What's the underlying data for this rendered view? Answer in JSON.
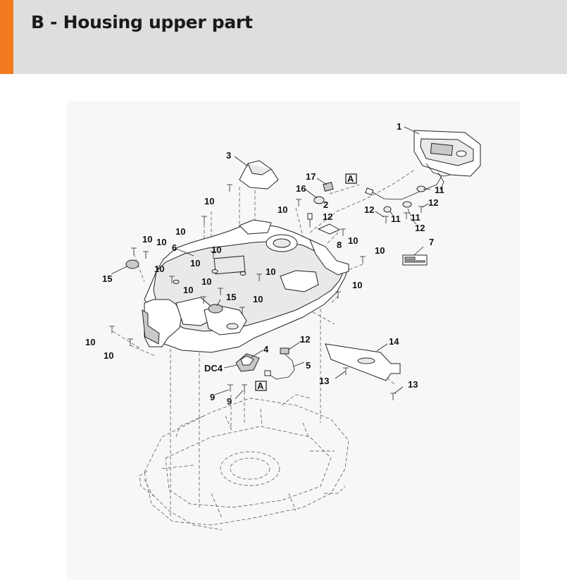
{
  "header": {
    "title": "B - Housing upper part",
    "accent_color": "#f37a1f",
    "background_color": "#dedede"
  },
  "diagram": {
    "callouts": [
      {
        "id": "c1",
        "text": "1"
      },
      {
        "id": "c3",
        "text": "3"
      },
      {
        "id": "c17",
        "text": "17"
      },
      {
        "id": "c16",
        "text": "16"
      },
      {
        "id": "c2",
        "text": "2"
      },
      {
        "id": "c12a",
        "text": "12"
      },
      {
        "id": "c8",
        "text": "8"
      },
      {
        "id": "c11a",
        "text": "11"
      },
      {
        "id": "c12b",
        "text": "12"
      },
      {
        "id": "c11b",
        "text": "11"
      },
      {
        "id": "c11c",
        "text": "11"
      },
      {
        "id": "c12c",
        "text": "12"
      },
      {
        "id": "c12d",
        "text": "12"
      },
      {
        "id": "c7",
        "text": "7"
      },
      {
        "id": "c10a",
        "text": "10"
      },
      {
        "id": "c10b",
        "text": "10"
      },
      {
        "id": "c10c",
        "text": "10"
      },
      {
        "id": "c10d",
        "text": "10"
      },
      {
        "id": "c10e",
        "text": "10"
      },
      {
        "id": "c10f",
        "text": "10"
      },
      {
        "id": "c10g",
        "text": "10"
      },
      {
        "id": "c10h",
        "text": "10"
      },
      {
        "id": "c10i",
        "text": "10"
      },
      {
        "id": "c10j",
        "text": "10"
      },
      {
        "id": "c10k",
        "text": "10"
      },
      {
        "id": "c10l",
        "text": "10"
      },
      {
        "id": "c10m",
        "text": "10"
      },
      {
        "id": "c10n",
        "text": "10"
      },
      {
        "id": "c10o",
        "text": "10"
      },
      {
        "id": "c10p",
        "text": "10"
      },
      {
        "id": "c10q",
        "text": "10"
      },
      {
        "id": "c6",
        "text": "6"
      },
      {
        "id": "c15a",
        "text": "15"
      },
      {
        "id": "c15b",
        "text": "15"
      },
      {
        "id": "c4",
        "text": "4"
      },
      {
        "id": "c12e",
        "text": "12"
      },
      {
        "id": "c5",
        "text": "5"
      },
      {
        "id": "cDC4",
        "text": "DC4"
      },
      {
        "id": "c14",
        "text": "14"
      },
      {
        "id": "c13a",
        "text": "13"
      },
      {
        "id": "c13b",
        "text": "13"
      },
      {
        "id": "c9a",
        "text": "9"
      },
      {
        "id": "c9b",
        "text": "9"
      }
    ],
    "connector_marks": [
      {
        "id": "A1",
        "text": "A"
      },
      {
        "id": "A2",
        "text": "A"
      }
    ]
  }
}
